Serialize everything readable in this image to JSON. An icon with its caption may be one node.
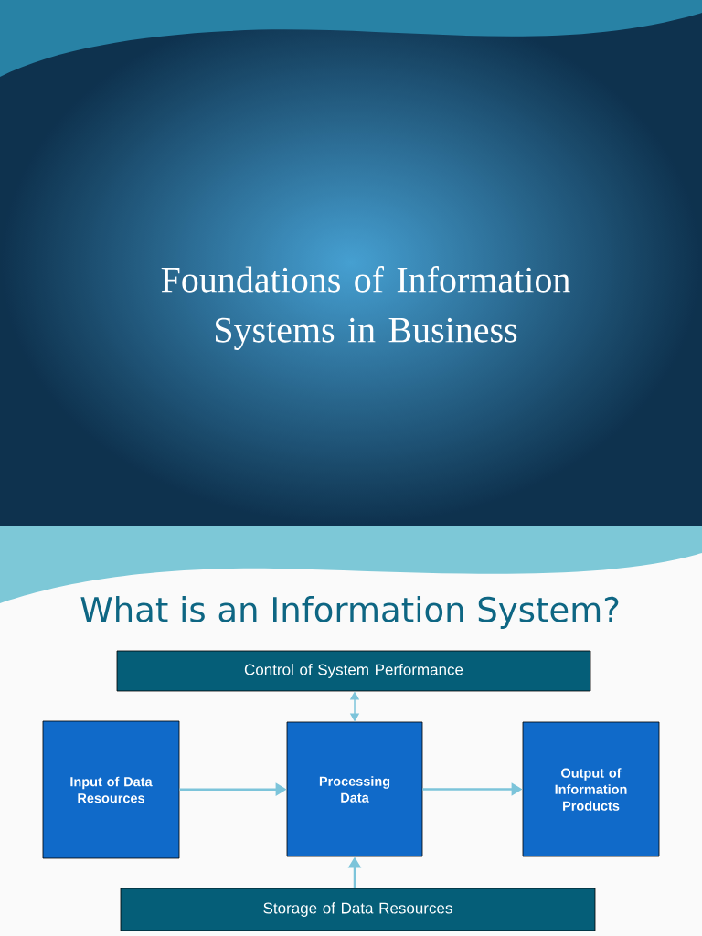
{
  "diagram": {
    "nodes": [
      {
        "text": [
          "Control of System Performance"
        ]
      },
      {
        "text": [
          "Input of Data Resources"
        ]
      },
      {
        "text": [
          "Processing Data"
        ]
      },
      {
        "text": [
          "Output of Information Products"
        ]
      },
      {
        "text": [
          "Storage of Data Resources"
        ]
      }
    ],
    "edges": [
      {
        "from": 1,
        "to": 2,
        "arrow": "to"
      },
      {
        "from": 2,
        "to": 3,
        "arrow": "to"
      },
      {
        "from": 2,
        "to": 0,
        "arrow": "both"
      },
      {
        "from": 4,
        "to": 2,
        "arrow": "to"
      }
    ],
    "labels": [
      "Foundations of Information Systems in Business",
      "What is an Information System?"
    ]
  }
}
